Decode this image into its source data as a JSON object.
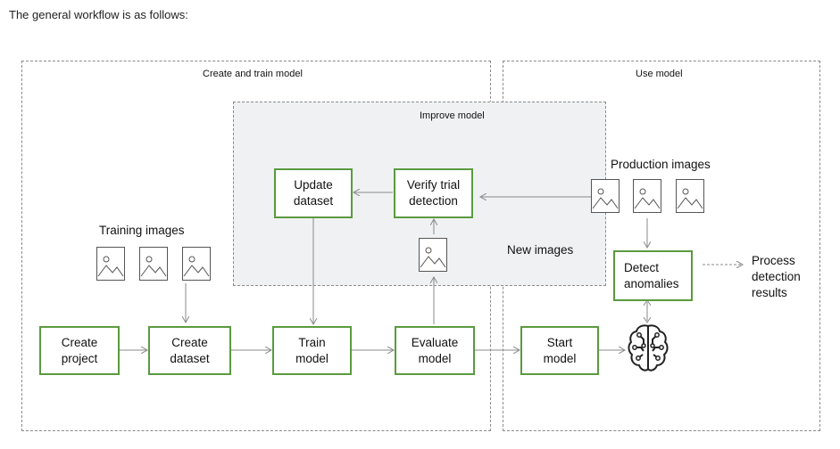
{
  "intro_text": "The general workflow is as follows:",
  "regions": {
    "create_train": "Create and train model",
    "use_model": "Use model",
    "improve": "Improve model"
  },
  "labels": {
    "training_images": "Training images",
    "production_images": "Production images",
    "new_images": "New images",
    "process_results": "Process\ndetection\nresults"
  },
  "boxes": {
    "create_project": "Create\nproject",
    "create_dataset": "Create\ndataset",
    "train_model": "Train\nmodel",
    "evaluate_model": "Evaluate\nmodel",
    "update_dataset": "Update\ndataset",
    "verify_trial": "Verify trial\ndetection",
    "start_model": "Start\nmodel",
    "detect_anomalies": "Detect\nanomalies"
  },
  "colors": {
    "box_border": "#5a9a3f",
    "arrow": "#8a8a8a",
    "improve_fill": "#eff1f3"
  },
  "icons": [
    "image-icon",
    "neural-network-icon"
  ]
}
